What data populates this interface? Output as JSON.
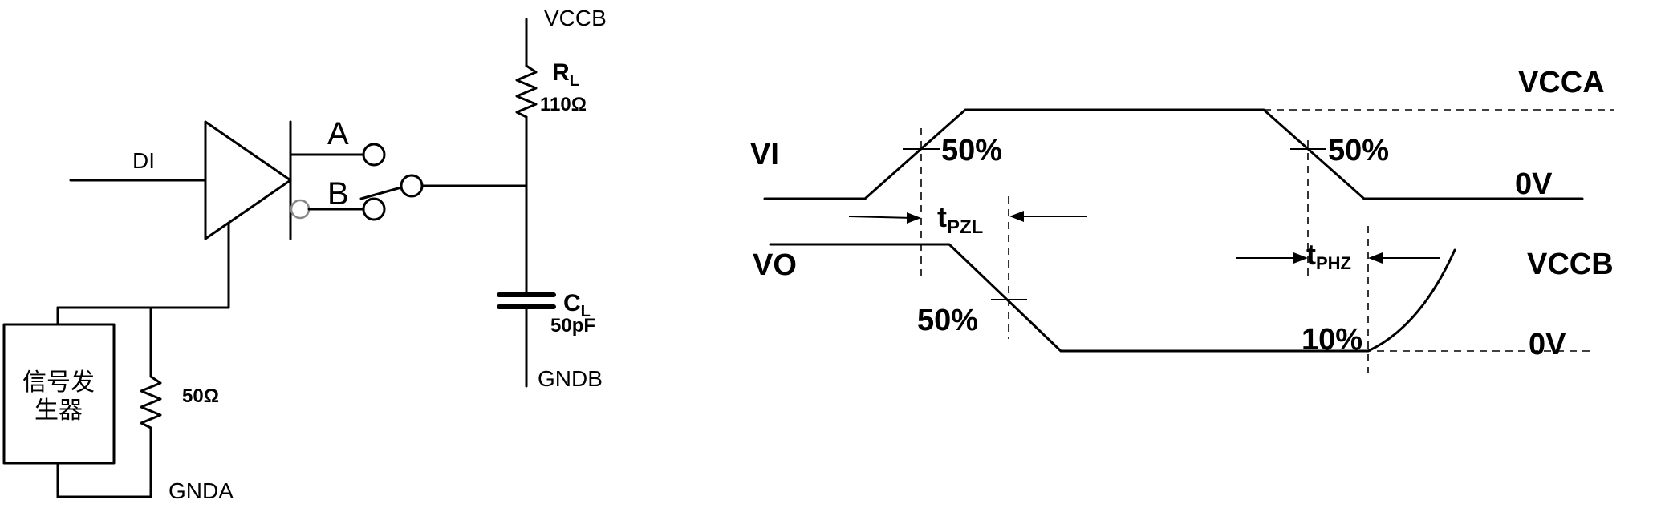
{
  "circuit": {
    "di": "DI",
    "switch_a": "A",
    "switch_b": "B",
    "vccb": "VCCB",
    "rl_main": "R",
    "rl_sub": "L",
    "rl_value": "110Ω",
    "cl_main": "C",
    "cl_sub": "L",
    "cl_value": "50pF",
    "gndb": "GNDB",
    "generator_line1": "信号发",
    "generator_line2": "生器",
    "r_gen": "50Ω",
    "gnda": "GNDA"
  },
  "timing": {
    "vi": "VI",
    "vo": "VO",
    "vcca": "VCCA",
    "zero_v_top": "0V",
    "vccb": "VCCB",
    "zero_v_bottom": "0V",
    "rise_50": "50%",
    "fall_50": "50%",
    "vo_50": "50%",
    "vo_10": "10%",
    "tpzl_main": "t",
    "tpzl_sub": "PZL",
    "tphz_main": "t",
    "tphz_sub": "PHZ"
  }
}
